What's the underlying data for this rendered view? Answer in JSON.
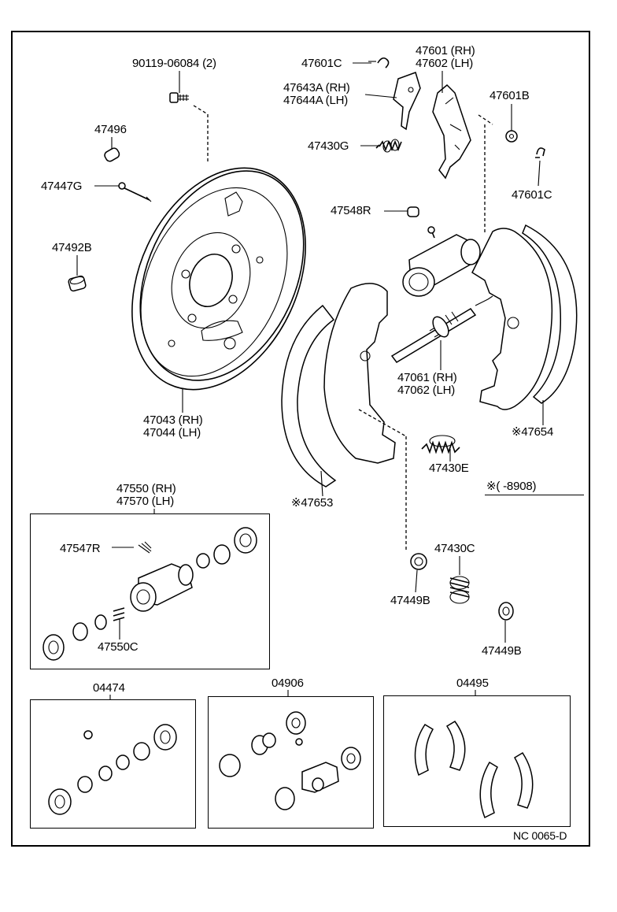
{
  "diagram_code": "NC 0065-D",
  "note": "※(        -8908)",
  "labels": {
    "p90119": "90119-06084   (2)",
    "p47601C_top": "47601C",
    "p47601_rh": "47601 (RH)",
    "p47602_lh": "47602 (LH)",
    "p47643A": "47643A (RH)",
    "p47644A": "47644A (LH)",
    "p47601B": "47601B",
    "p47496": "47496",
    "p47430G": "47430G",
    "p47601C_right": "47601C",
    "p47447G": "47447G",
    "p47548R": "47548R",
    "p47492B": "47492B",
    "p47061": "47061 (RH)",
    "p47062": "47062 (LH)",
    "p47043": "47043 (RH)",
    "p47044": "47044 (LH)",
    "p47654": "※47654",
    "p47430E": "47430E",
    "p47653": "※47653",
    "p47550_rh": "47550 (RH)",
    "p47570_lh": "47570 (LH)",
    "p47547R": "47547R",
    "p47430C": "47430C",
    "p47550C": "47550C",
    "p47449B_a": "47449B",
    "p47449B_b": "47449B",
    "k04474": "04474",
    "k04906": "04906",
    "k04495": "04495"
  }
}
